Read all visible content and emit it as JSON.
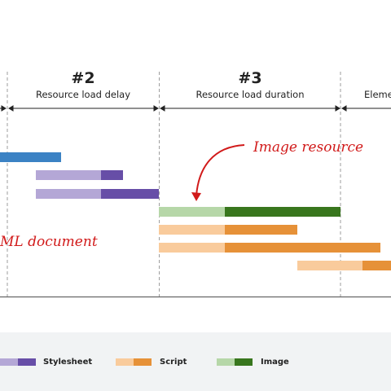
{
  "phases": [
    {
      "number": "#2",
      "label": "Resource load delay"
    },
    {
      "number": "#3",
      "label": "Resource load duration"
    },
    {
      "number": "",
      "label": "Eleme"
    }
  ],
  "annotations": {
    "image_resource": "Image resource",
    "html_document": "ML document"
  },
  "legend": {
    "stylesheet": "Stylesheet",
    "script": "Script",
    "image": "Image"
  },
  "colors": {
    "html_light": "#a8c7fa",
    "html_dark": "#3b82c4",
    "stylesheet_light": "#b4a7d6",
    "stylesheet_dark": "#674ea7",
    "script_light": "#f9cb9c",
    "script_dark": "#e69138",
    "image_light": "#b6d7a8",
    "image_dark": "#38761d",
    "annotation": "#d11a1a"
  }
}
